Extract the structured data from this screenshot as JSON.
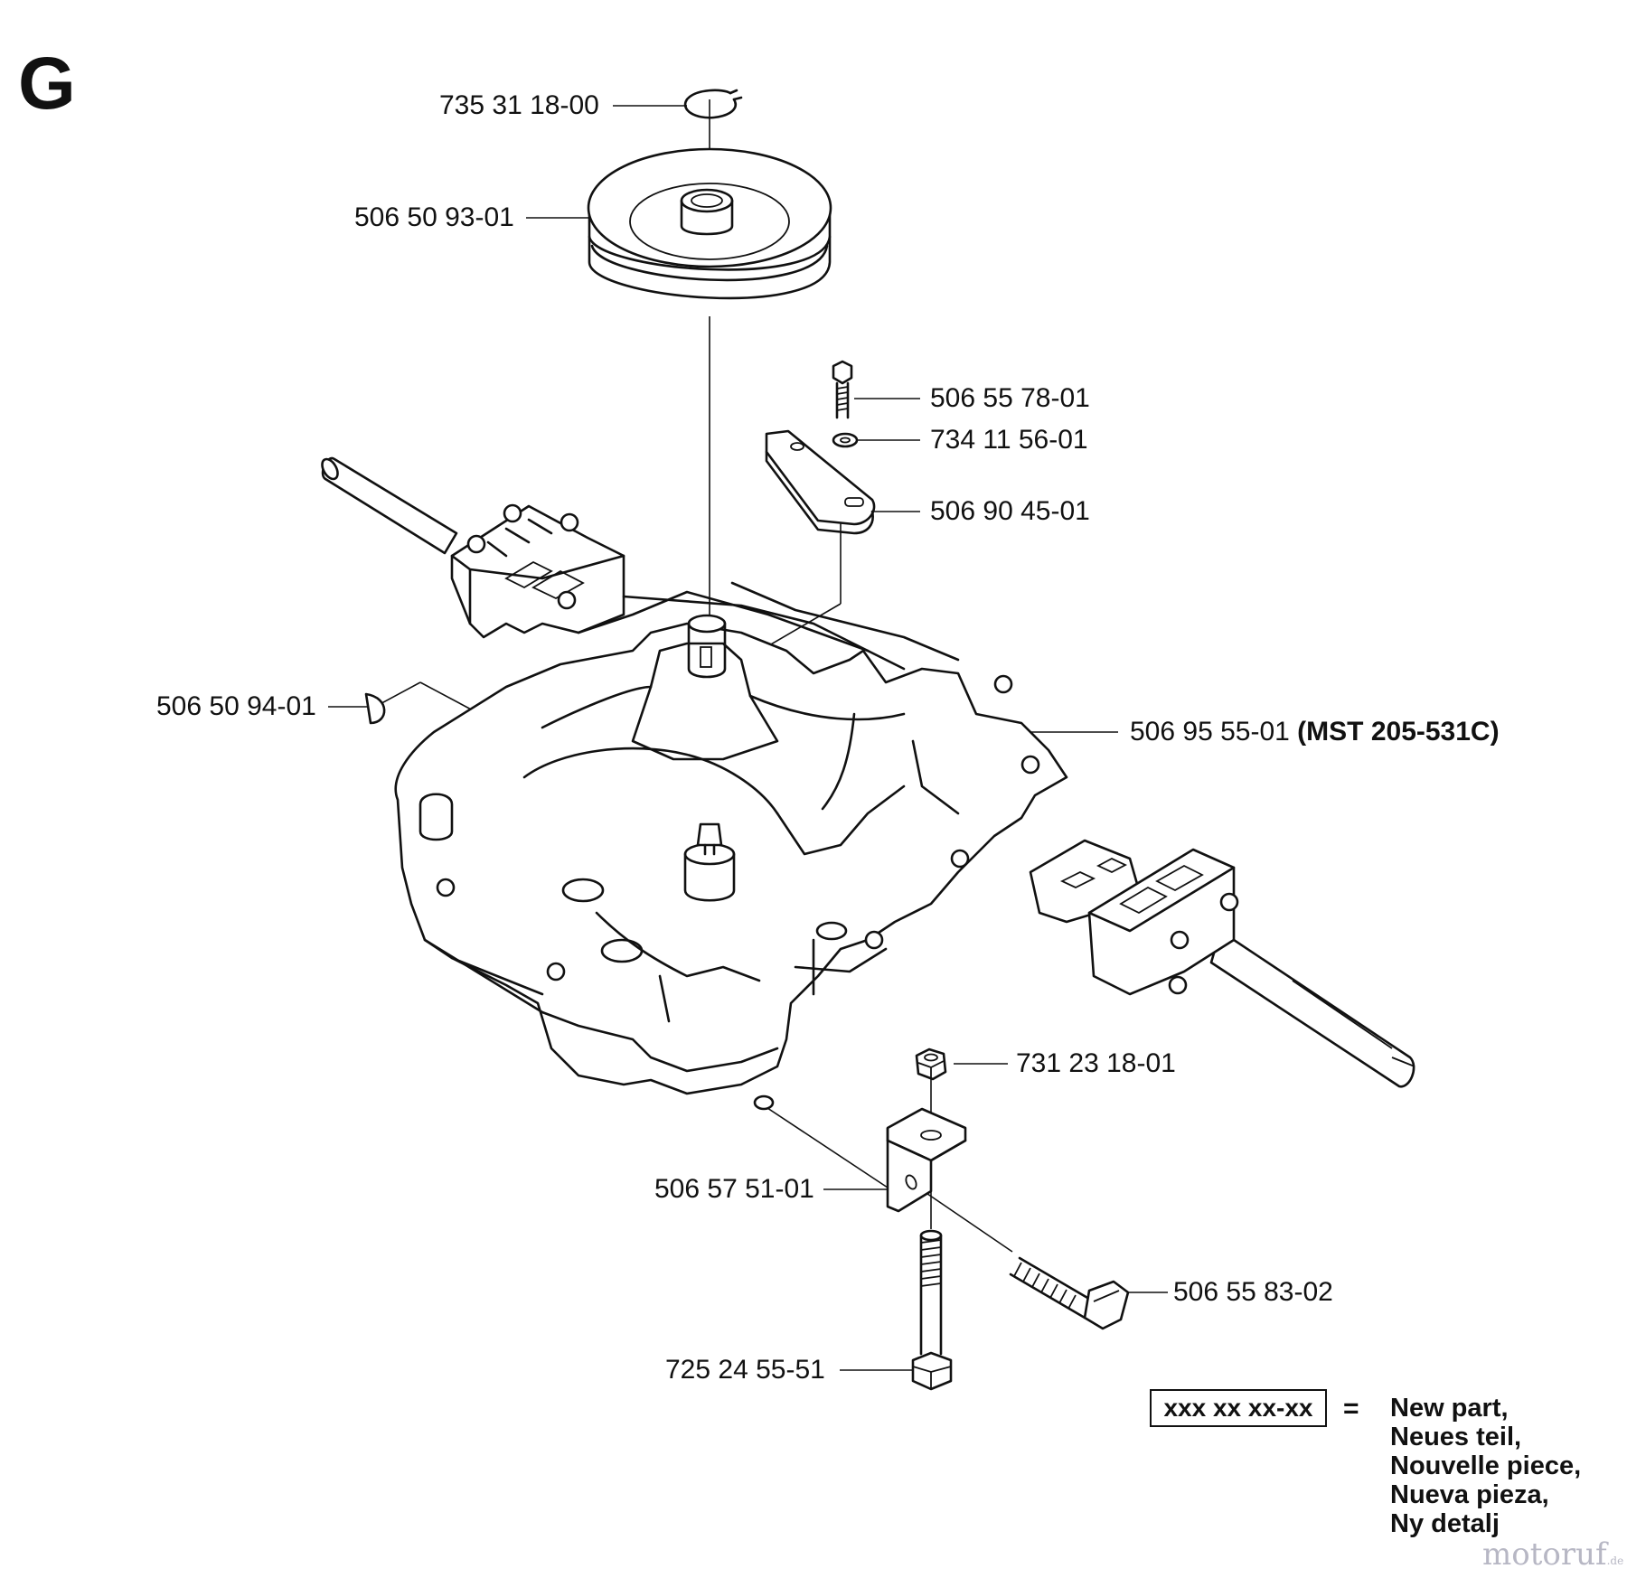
{
  "section_letter": "G",
  "parts": {
    "snap_ring": "735 31 18-00",
    "pulley": "506 50 93-01",
    "bolt_top": "506 55 78-01",
    "washer": "734 11 56-01",
    "bracket_plate": "506 90 45-01",
    "key": "506 50 94-01",
    "transaxle": "506 95 55-01",
    "transaxle_note": "(MST 205-531C)",
    "nut": "731 23 18-01",
    "angle_bracket": "506 57 51-01",
    "bolt_side": "506 55 83-02",
    "bolt_bottom": "725 24 55-51"
  },
  "legend": {
    "code_format": "xxx xx xx-xx",
    "equals": "=",
    "lines": [
      "New part,",
      "Neues teil,",
      "Nouvelle piece,",
      "Nueva pieza,",
      "Ny detalj"
    ]
  },
  "watermark": {
    "text": "motoruf",
    "suffix": ".de"
  }
}
